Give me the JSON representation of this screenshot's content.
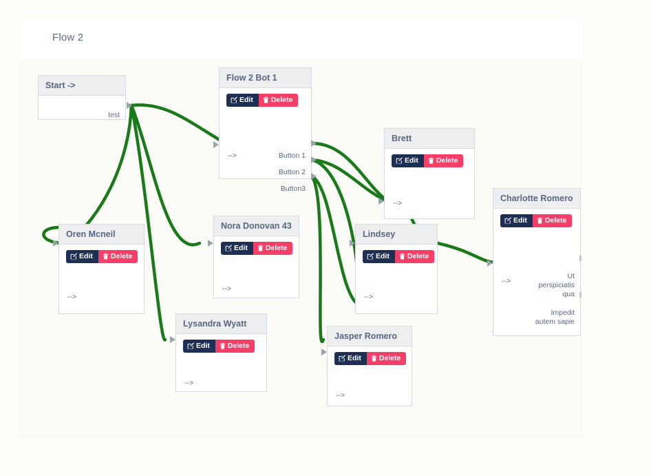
{
  "header": {
    "title": "Flow 2"
  },
  "buttons": {
    "edit_label": "Edit",
    "delete_label": "Delete",
    "edit_icon": "edit-pencil-square-icon",
    "delete_icon": "trash-can-icon"
  },
  "colors": {
    "edit_bg": "#1d2f53",
    "delete_bg": "#f53f69",
    "edge": "#1a7a1a",
    "node_header_bg": "#eceeef",
    "node_border": "#d9dade",
    "title_text": "#5a6782",
    "canvas_bg": "#fbfbf7",
    "page_bg": "#fdfdf9"
  },
  "nodes": [
    {
      "id": "start",
      "title": "Start ->",
      "has_buttons": false,
      "inputs": [],
      "outputs": [
        "test"
      ]
    },
    {
      "id": "flow2bot1",
      "title": "Flow 2 Bot 1",
      "has_buttons": true,
      "inputs": [
        "-->"
      ],
      "outputs": [
        "Button 1",
        "Button 2",
        "Button3"
      ]
    },
    {
      "id": "oren",
      "title": "Oren Mcneil",
      "has_buttons": true,
      "inputs": [
        "-->"
      ],
      "outputs": []
    },
    {
      "id": "nora",
      "title": "Nora Donovan 43",
      "has_buttons": true,
      "inputs": [
        "-->"
      ],
      "outputs": []
    },
    {
      "id": "lysandra",
      "title": "Lysandra Wyatt",
      "has_buttons": true,
      "inputs": [
        "-->"
      ],
      "outputs": []
    },
    {
      "id": "jasper",
      "title": "Jasper Romero",
      "has_buttons": true,
      "inputs": [
        "-->"
      ],
      "outputs": []
    },
    {
      "id": "brett",
      "title": "Brett",
      "has_buttons": true,
      "inputs": [
        "-->"
      ],
      "outputs": []
    },
    {
      "id": "lindsey",
      "title": "Lindsey",
      "has_buttons": true,
      "inputs": [
        "-->"
      ],
      "outputs": []
    },
    {
      "id": "charlotte",
      "title": "Charlotte Romero",
      "has_buttons": true,
      "inputs": [
        "-->"
      ],
      "outputs": [
        "Ut perspiciatis qua",
        "Impedit autem sapie"
      ]
    }
  ]
}
